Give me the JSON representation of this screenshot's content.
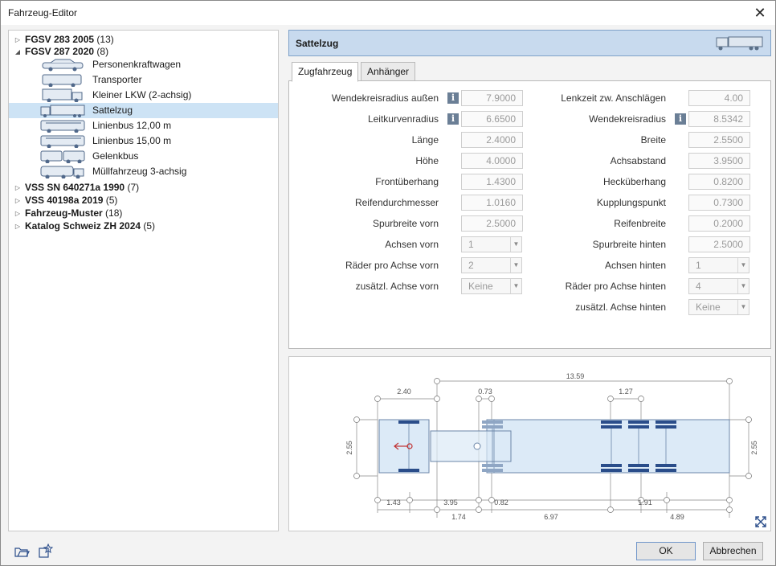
{
  "window": {
    "title": "Fahrzeug-Editor",
    "close_glyph": "✕"
  },
  "tree": {
    "groups": [
      {
        "name": "FGSV 283 2005",
        "count": "(13)"
      },
      {
        "name": "FGSV 287 2020",
        "count": "(8)"
      },
      {
        "name": "VSS SN 640271a 1990",
        "count": "(7)"
      },
      {
        "name": "VSS 40198a 2019",
        "count": "(5)"
      },
      {
        "name": "Fahrzeug-Muster",
        "count": "(18)"
      },
      {
        "name": "Katalog Schweiz ZH 2024",
        "count": "(5)"
      }
    ],
    "children": [
      {
        "label": "Personenkraftwagen",
        "icon": "car-icon"
      },
      {
        "label": "Transporter",
        "icon": "van-icon"
      },
      {
        "label": "Kleiner LKW (2-achsig)",
        "icon": "truck-icon"
      },
      {
        "label": "Sattelzug",
        "icon": "semitrailer-icon"
      },
      {
        "label": "Linienbus 12,00 m",
        "icon": "bus-icon"
      },
      {
        "label": "Linienbus 15,00 m",
        "icon": "bus-icon"
      },
      {
        "label": "Gelenkbus",
        "icon": "articulated-bus-icon"
      },
      {
        "label": "Müllfahrzeug 3-achsig",
        "icon": "garbage-truck-icon"
      }
    ]
  },
  "panel": {
    "title": "Sattelzug"
  },
  "tabs": [
    "Zugfahrzeug",
    "Anhänger"
  ],
  "info_glyph": "i",
  "left_fields": [
    {
      "label": "Wendekreisradius außen",
      "value": "7.9000",
      "info": true
    },
    {
      "label": "Leitkurvenradius",
      "value": "6.6500",
      "info": true
    },
    {
      "label": "Länge",
      "value": "2.4000"
    },
    {
      "label": "Höhe",
      "value": "4.0000"
    },
    {
      "label": "Frontüberhang",
      "value": "1.4300"
    },
    {
      "label": "Reifendurchmesser",
      "value": "1.0160"
    },
    {
      "label": "Spurbreite vorn",
      "value": "2.5000"
    },
    {
      "label": "Achsen vorn",
      "value": "1",
      "combo": true
    },
    {
      "label": "Räder pro Achse vorn",
      "value": "2",
      "combo": true
    },
    {
      "label": "zusätzl. Achse vorn",
      "value": "Keine",
      "combo": true
    }
  ],
  "right_fields": [
    {
      "label": "Lenkzeit zw. Anschlägen",
      "value": "4.00"
    },
    {
      "label": "Wendekreisradius",
      "value": "8.5342",
      "info": true
    },
    {
      "label": "Breite",
      "value": "2.5500"
    },
    {
      "label": "Achsabstand",
      "value": "3.9500"
    },
    {
      "label": "Hecküberhang",
      "value": "0.8200"
    },
    {
      "label": "Kupplungspunkt",
      "value": "0.7300"
    },
    {
      "label": "Reifenbreite",
      "value": "0.2000"
    },
    {
      "label": "Spurbreite hinten",
      "value": "2.5000"
    },
    {
      "label": "Achsen hinten",
      "value": "1",
      "combo": true
    },
    {
      "label": "Räder pro Achse hinten",
      "value": "4",
      "combo": true
    },
    {
      "label": "zusätzl. Achse hinten",
      "value": "Keine",
      "combo": true
    }
  ],
  "diagram": {
    "dim_total": "13.59",
    "dim_front_len": "2.40",
    "dim_coupling": "0.73",
    "dim_axle_gap": "1.27",
    "dim_width_left": "2.55",
    "dim_width_right": "2.55",
    "dim_front_overhang": "1.43",
    "dim_wheelbase": "3.95",
    "dim_rear_overhang": "0.82",
    "dim_trailer_axle": "1.91",
    "dim_b1": "1.74",
    "dim_b2": "6.97",
    "dim_b3": "4.89"
  },
  "buttons": {
    "ok": "OK",
    "cancel": "Abbrechen"
  }
}
